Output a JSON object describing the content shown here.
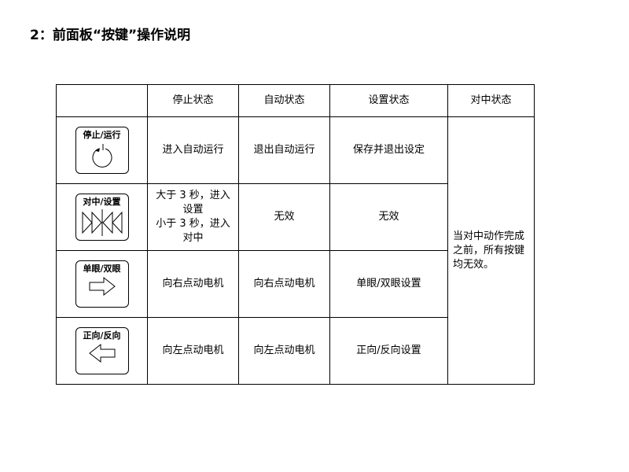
{
  "title": "2：前面板“按键”操作说明",
  "headers": [
    "",
    "停止状态",
    "自动状态",
    "设置状态",
    "对中状态"
  ],
  "rows": [
    {
      "key": "停止/运行",
      "icon": "power-icon",
      "cells": [
        "进入自动运行",
        "退出自动运行",
        "保存并退出设定"
      ]
    },
    {
      "key": "对中/设置",
      "icon": "center-icon",
      "cells": [
        "大于 3 秒，进入设置 小于 3 秒，进入对中",
        "无效",
        "无效"
      ]
    },
    {
      "key": "单眼/双眼",
      "icon": "arrow-right-icon",
      "cells": [
        "向右点动电机",
        "向右点动电机",
        "单眼/双眼设置"
      ]
    },
    {
      "key": "正向/反向",
      "icon": "arrow-left-icon",
      "cells": [
        "向左点动电机",
        "向左点动电机",
        "正向/反向设置"
      ]
    }
  ],
  "cell_r2_lines": [
    "大于 3 秒，进入",
    "设置",
    "小于 3 秒，进入",
    "对中"
  ],
  "centering_note": "当对中动作完成之前，所有按键均无效。"
}
